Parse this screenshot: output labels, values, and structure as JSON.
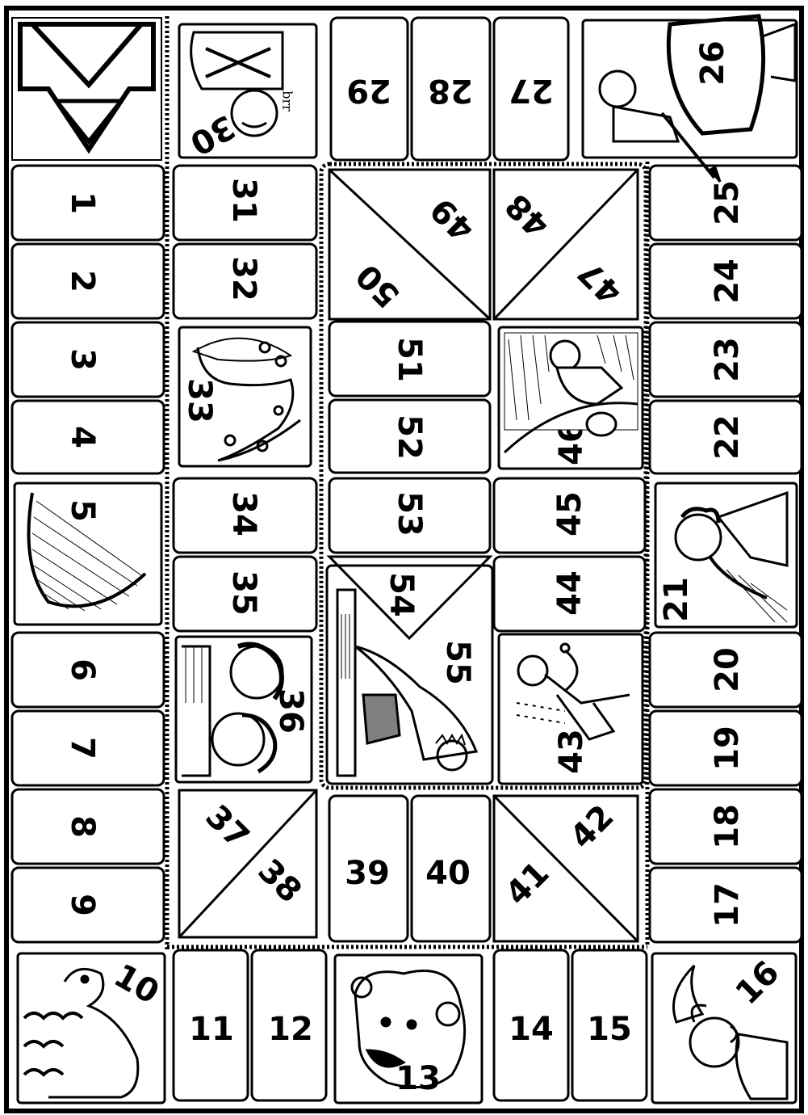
{
  "board": {
    "spaces": {
      "s1": "1",
      "s2": "2",
      "s3": "3",
      "s4": "4",
      "s5": "5",
      "s6": "6",
      "s7": "7",
      "s8": "8",
      "s9": "9",
      "s10": "10",
      "s11": "11",
      "s12": "12",
      "s13": "13",
      "s14": "14",
      "s15": "15",
      "s16": "16",
      "s17": "17",
      "s18": "18",
      "s19": "19",
      "s20": "20",
      "s21": "21",
      "s22": "22",
      "s23": "23",
      "s24": "24",
      "s25": "25",
      "s26": "26",
      "s27": "27",
      "s28": "28",
      "s29": "29",
      "s30": "30",
      "s31": "31",
      "s32": "32",
      "s33": "33",
      "s34": "34",
      "s35": "35",
      "s36": "36",
      "s37": "37",
      "s38": "38",
      "s39": "39",
      "s40": "40",
      "s41": "41",
      "s42": "42",
      "s43": "43",
      "s44": "44",
      "s45": "45",
      "s46": "46",
      "s47": "47",
      "s48": "48",
      "s49": "49",
      "s50": "50",
      "s51": "51",
      "s52": "52",
      "s53": "53",
      "s54": "54",
      "s55": "55"
    },
    "sound_labels": {
      "brr": "brr"
    },
    "illustrations": {
      "s5": "harp-icon",
      "s10": "sheep-icon",
      "s13": "bear-icon",
      "s16": "anointing-horn-icon",
      "s21": "harp-player-icon",
      "s26": "goliath-shield-icon",
      "s30": "cold-person-icon",
      "s33": "sling-icon",
      "s36": "two-friends-icon",
      "s43": "thrower-icon",
      "s46": "crouching-man-icon",
      "s55": "king-throne-icon"
    },
    "colors": {
      "ink": "#000000",
      "paper": "#ffffff"
    }
  }
}
